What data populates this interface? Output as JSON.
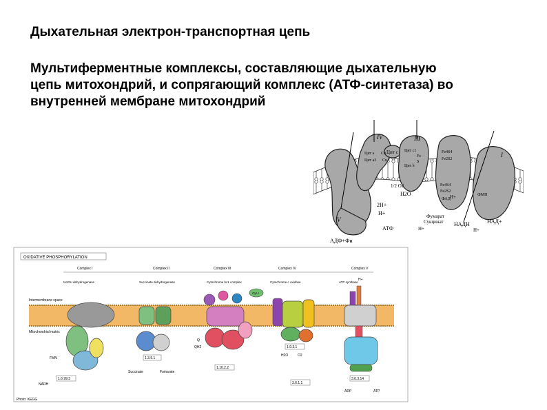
{
  "slide": {
    "title": "Дыхательная электрон-транспортная цепь",
    "description_lines": [
      "Мультиферментные комплексы, составляющие дыхательную",
      "цепь митохондрий, и сопрягающий комплекс (АТФ-синтетаза) во",
      "внутренней мембране митохондрий"
    ]
  },
  "top_diagram": {
    "complex_labels": [
      "IV",
      "III",
      "I",
      "V"
    ],
    "small_protein": "Цит с",
    "cytochromes": {
      "complex_iv": [
        "Цит а",
        "Cu",
        "Цит а3",
        "Cu"
      ],
      "complex_iii": [
        "Цит с1",
        "Fe",
        "S",
        "Цит b"
      ],
      "complex_i": [
        "Fe4S4",
        "Fe2S2",
        "ФМН"
      ],
      "complex_ii": [
        "Fe4S4",
        "Fe2S2",
        "ФАД"
      ]
    },
    "labels": {
      "water": "H2O",
      "oxygen": "1/2 O2",
      "protons_2h": "2H+",
      "proton": "H+",
      "atp": "АТФ",
      "adp": "АДФ+Фн",
      "fumarate": "Фумарат",
      "succinate": "Сукцинат",
      "nadh": "НАДН",
      "nad": "НАД+",
      "proton_2": "H+",
      "proton_3": "H+",
      "proton_4": "H+"
    }
  },
  "bottom_diagram": {
    "header": "OXIDATIVE PHOSPHORYLATION",
    "complexes": [
      "Complex I",
      "Complex II",
      "Complex III",
      "Complex IV",
      "Complex V"
    ],
    "complex_names": [
      "NADH dehydrogenase",
      "Succinate dehydrogenase",
      "Cytochrome bc1 complex",
      "Cytochrome c oxidase",
      "ATP synthase"
    ],
    "side_labels": {
      "intermembrane": "Intermembrane space",
      "matrix": "Mitochondrial matrix"
    },
    "metabolites": {
      "nadh": "NADH",
      "fmn": "FMN",
      "succinate": "Succinate",
      "fumarate": "Fumarate",
      "cyt_c": "Cyt c",
      "q": "Q",
      "qh2": "QH2",
      "h2o": "H2O",
      "o2": "O2",
      "adp": "ADP",
      "atp": "ATP",
      "h_plus": "H+"
    },
    "ec_numbers": [
      "1.6.99.3",
      "1.3.5.1",
      "1.10.2.2",
      "1.9.3.1",
      "3.6.3.14",
      "3.6.1.1"
    ],
    "footer": "Photo: KEGG"
  },
  "colors": {
    "protein_fill": "#a8a8a8",
    "membrane_bar": "#f2b866",
    "complex_i": "#7fb8d8",
    "complex_ii": "#7fbf7f",
    "complex_iii": "#d47fbf",
    "complex_iv": "#b8d040",
    "complex_v": "#6fc8e8"
  }
}
